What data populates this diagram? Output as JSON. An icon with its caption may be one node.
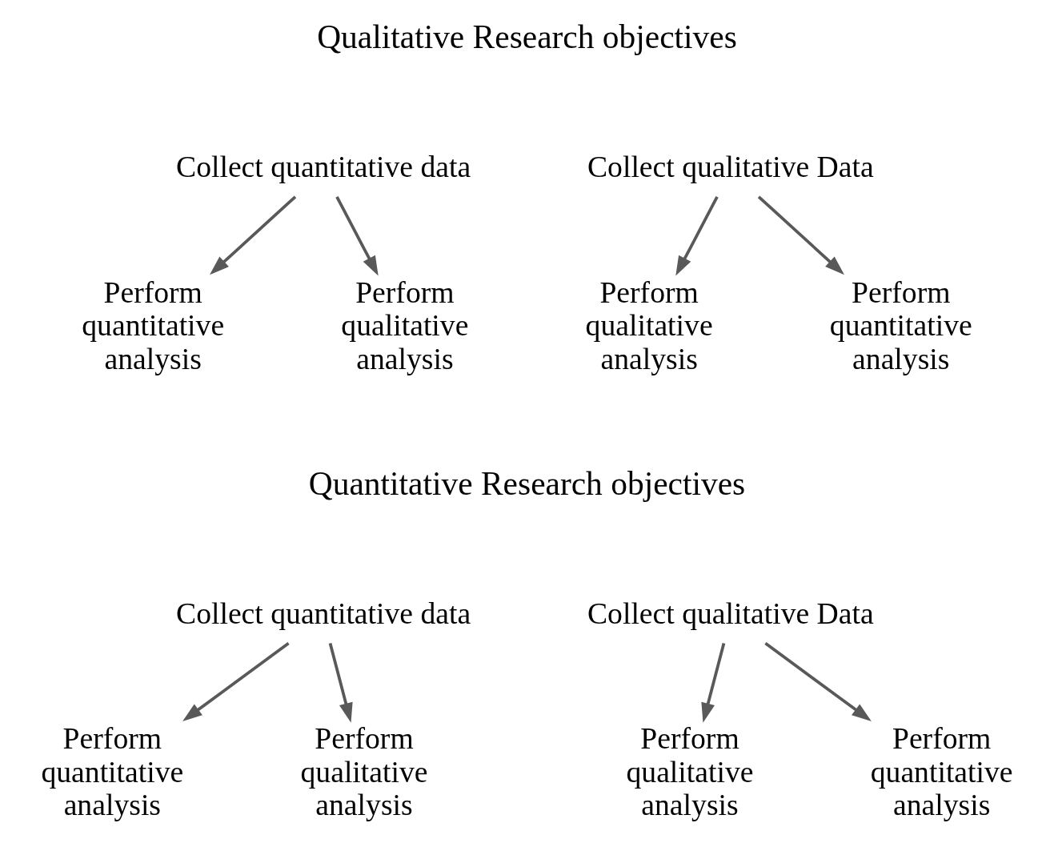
{
  "diagram": {
    "nodes": [
      {
        "text": [
          "Collect quantitative data"
        ]
      },
      {
        "text": [
          "Perform quantitative analysis"
        ]
      },
      {
        "text": [
          "Perform qualitative analysis"
        ]
      },
      {
        "text": [
          "Collect qualitative Data"
        ]
      },
      {
        "text": [
          "Perform qualitative analysis"
        ]
      },
      {
        "text": [
          "Perform quantitative analysis"
        ]
      },
      {
        "text": [
          "Collect quantitative data"
        ]
      },
      {
        "text": [
          "Perform quantitative analysis"
        ]
      },
      {
        "text": [
          "Perform qualitative analysis"
        ]
      },
      {
        "text": [
          "Collect qualitative Data"
        ]
      },
      {
        "text": [
          "Perform qualitative analysis"
        ]
      },
      {
        "text": [
          "Perform quantitative analysis"
        ]
      }
    ],
    "edges": [
      {
        "from": 0,
        "to": 1,
        "arrow": "to"
      },
      {
        "from": 0,
        "to": 2,
        "arrow": "to"
      },
      {
        "from": 3,
        "to": 4,
        "arrow": "to"
      },
      {
        "from": 3,
        "to": 5,
        "arrow": "to"
      },
      {
        "from": 6,
        "to": 7,
        "arrow": "to"
      },
      {
        "from": 6,
        "to": 8,
        "arrow": "to"
      },
      {
        "from": 9,
        "to": 10,
        "arrow": "to"
      },
      {
        "from": 9,
        "to": 11,
        "arrow": "to"
      }
    ],
    "labels": [
      "Qualitative Research objectives",
      "Quantitative Research objectives"
    ]
  }
}
